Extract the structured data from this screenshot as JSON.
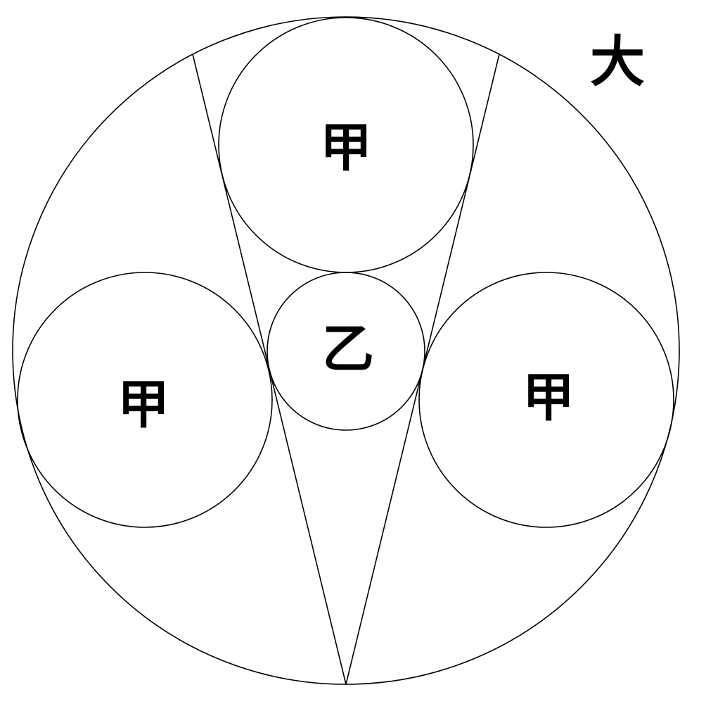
{
  "labels": {
    "big_circle": "大",
    "top_circle": "甲",
    "left_circle": "甲",
    "right_circle": "甲",
    "center_circle": "乙"
  },
  "colors": {
    "stroke": "#000000",
    "background": "#ffffff"
  }
}
